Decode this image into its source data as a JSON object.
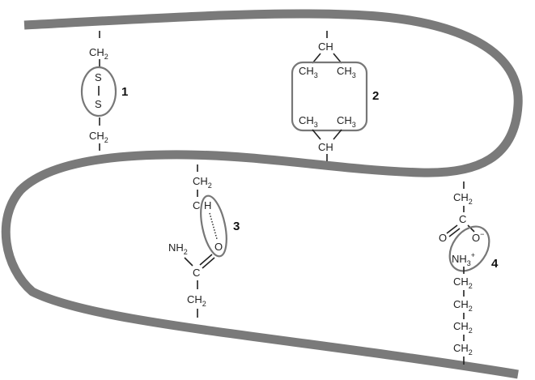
{
  "labels": {
    "l1": "1",
    "l2": "2",
    "l3": "3",
    "l4": "4"
  },
  "group1": {
    "top": "CH",
    "top_sub": "2",
    "s1": "S",
    "s2": "S",
    "bottom": "CH",
    "bottom_sub": "2"
  },
  "group2": {
    "top": "CH",
    "tl": "CH",
    "tl_sub": "3",
    "tr": "CH",
    "tr_sub": "3",
    "bl": "CH",
    "bl_sub": "3",
    "br": "CH",
    "br_sub": "3",
    "bottom": "CH"
  },
  "group3": {
    "top": "CH",
    "top_sub": "2",
    "c": "C",
    "h": "H",
    "nh": "NH",
    "nh_sub": "2",
    "o": "O",
    "c2": "C",
    "bottom": "CH",
    "bottom_sub": "2"
  },
  "group4": {
    "top": "CH",
    "top_sub": "2",
    "c": "C",
    "o_left": "O",
    "o_minus": "O",
    "minus": "−",
    "nh3": "NH",
    "nh3_sub": "3",
    "plus": "+",
    "ch2_a": "CH",
    "ch2_a_sub": "2",
    "ch2_b": "CH",
    "ch2_b_sub": "2",
    "ch2_c": "CH",
    "ch2_c_sub": "2",
    "ch2_d": "CH",
    "ch2_d_sub": "2"
  },
  "colors": {
    "chain": "#7a7a7a",
    "ring": "#777777",
    "text": "#222222"
  }
}
